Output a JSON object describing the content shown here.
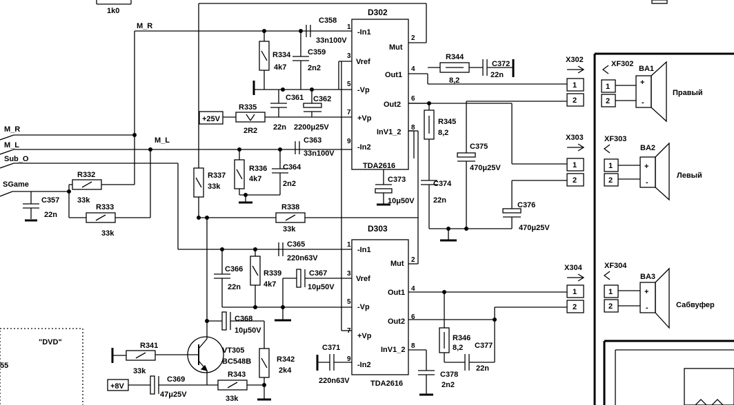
{
  "top_labels": {
    "r_top": "1k0"
  },
  "nets": {
    "m_r_top": "M_R",
    "m_r": "M_R",
    "m_l": "M_L",
    "m_l_mid": "M_L",
    "sub_o": "Sub_O",
    "sgame": "SGame",
    "dvd": "\"DVD\"",
    "edge_55": "55"
  },
  "ics": {
    "d302": {
      "name": "D302",
      "type": "TDA2616",
      "pins": {
        "in1": "-In1",
        "vref": "Vref",
        "vp_minus": "-Vp",
        "vp_plus": "+Vp",
        "in2": "-In2",
        "mut": "Mut",
        "out1": "Out1",
        "out2": "Out2",
        "inv": "InV1_2"
      },
      "pin_numbers": {
        "in1": "1",
        "vref": "3",
        "vp_minus": "5",
        "vp_plus": "7",
        "in2": "9",
        "mut": "2",
        "out1": "4",
        "out2": "6",
        "inv": "8"
      }
    },
    "d303": {
      "name": "D303",
      "type": "TDA2616",
      "pins": {
        "in1": "-In1",
        "vref": "Vref",
        "vp_minus": "-Vp",
        "vp_plus": "+Vp",
        "in2": "-In2",
        "mut": "Mut",
        "out1": "Out1",
        "out2": "Out2",
        "inv": "InV1_2"
      },
      "pin_numbers": {
        "in1": "1",
        "vref": "3",
        "vp_minus": "5",
        "vp_plus": "7",
        "in2": "9",
        "mut": "2",
        "out1": "4",
        "out2": "6",
        "inv": "8"
      }
    }
  },
  "components": {
    "c358": {
      "ref": "C358",
      "value": "33n100V"
    },
    "r334": {
      "ref": "R334",
      "value": "4k7"
    },
    "c359": {
      "ref": "C359",
      "value": "2n2"
    },
    "c361": {
      "ref": "C361",
      "value": "22n"
    },
    "c362": {
      "ref": "C362",
      "value": "2200μ25V"
    },
    "r335": {
      "ref": "R335",
      "value": "2R2"
    },
    "c363": {
      "ref": "C363",
      "value": "33n100V"
    },
    "r336": {
      "ref": "R336",
      "value": "4k7"
    },
    "c364": {
      "ref": "C364",
      "value": "2n2"
    },
    "r337": {
      "ref": "R337",
      "value": "33k"
    },
    "r332": {
      "ref": "R332",
      "value": "33k"
    },
    "r333": {
      "ref": "R333",
      "value": "33k"
    },
    "c357": {
      "ref": "C357",
      "value": "22n"
    },
    "r338": {
      "ref": "R338",
      "value": "33k"
    },
    "r344": {
      "ref": "R344",
      "value": "8,2"
    },
    "c372": {
      "ref": "C372",
      "value": "22n"
    },
    "r345": {
      "ref": "R345",
      "value": "8,2"
    },
    "c373": {
      "ref": "C373",
      "value": "10μ50V"
    },
    "c374": {
      "ref": "C374",
      "value": "22n"
    },
    "c375": {
      "ref": "C375",
      "value": "470μ25V"
    },
    "c376": {
      "ref": "C376",
      "value": "470μ25V"
    },
    "c365": {
      "ref": "C365",
      "value": "220n63V"
    },
    "c366": {
      "ref": "C366",
      "value": "22n"
    },
    "r339": {
      "ref": "R339",
      "value": "4k7"
    },
    "c367": {
      "ref": "C367",
      "value": "10μ50V"
    },
    "c368": {
      "ref": "C368",
      "value": "10μ50V"
    },
    "vt305": {
      "ref": "VT305",
      "value": "BC548B"
    },
    "r341": {
      "ref": "R341",
      "value": "33k"
    },
    "r342": {
      "ref": "R342",
      "value": "2k4"
    },
    "c369": {
      "ref": "C369",
      "value": "47μ25V"
    },
    "r343": {
      "ref": "R343",
      "value": "33k"
    },
    "c371": {
      "ref": "C371",
      "value": "220n63V"
    },
    "r346": {
      "ref": "R346",
      "value": "8,2"
    },
    "c377": {
      "ref": "C377",
      "value": "22n"
    },
    "c378": {
      "ref": "C378",
      "value": "2n2"
    }
  },
  "power": {
    "p25": "+25V",
    "p8": "+8V"
  },
  "connectors": {
    "x302": {
      "ref": "X302",
      "pins": [
        "1",
        "2"
      ]
    },
    "x303": {
      "ref": "X303",
      "pins": [
        "1",
        "2"
      ]
    },
    "x304": {
      "ref": "X304",
      "pins": [
        "1",
        "2"
      ]
    },
    "xf302": {
      "ref": "XF302",
      "pins": [
        "1",
        "2"
      ]
    },
    "xf303": {
      "ref": "XF303",
      "pins": [
        "1",
        "2"
      ]
    },
    "xf304": {
      "ref": "XF304",
      "pins": [
        "1",
        "2"
      ]
    }
  },
  "speakers": {
    "ba1": {
      "ref": "BA1",
      "name": "Правый",
      "plus": "+",
      "minus": "-"
    },
    "ba2": {
      "ref": "BA2",
      "name": "Левый",
      "plus": "+",
      "minus": "-"
    },
    "ba3": {
      "ref": "BA3",
      "name": "Сабвуфер",
      "plus": "+",
      "minus": "-"
    }
  }
}
